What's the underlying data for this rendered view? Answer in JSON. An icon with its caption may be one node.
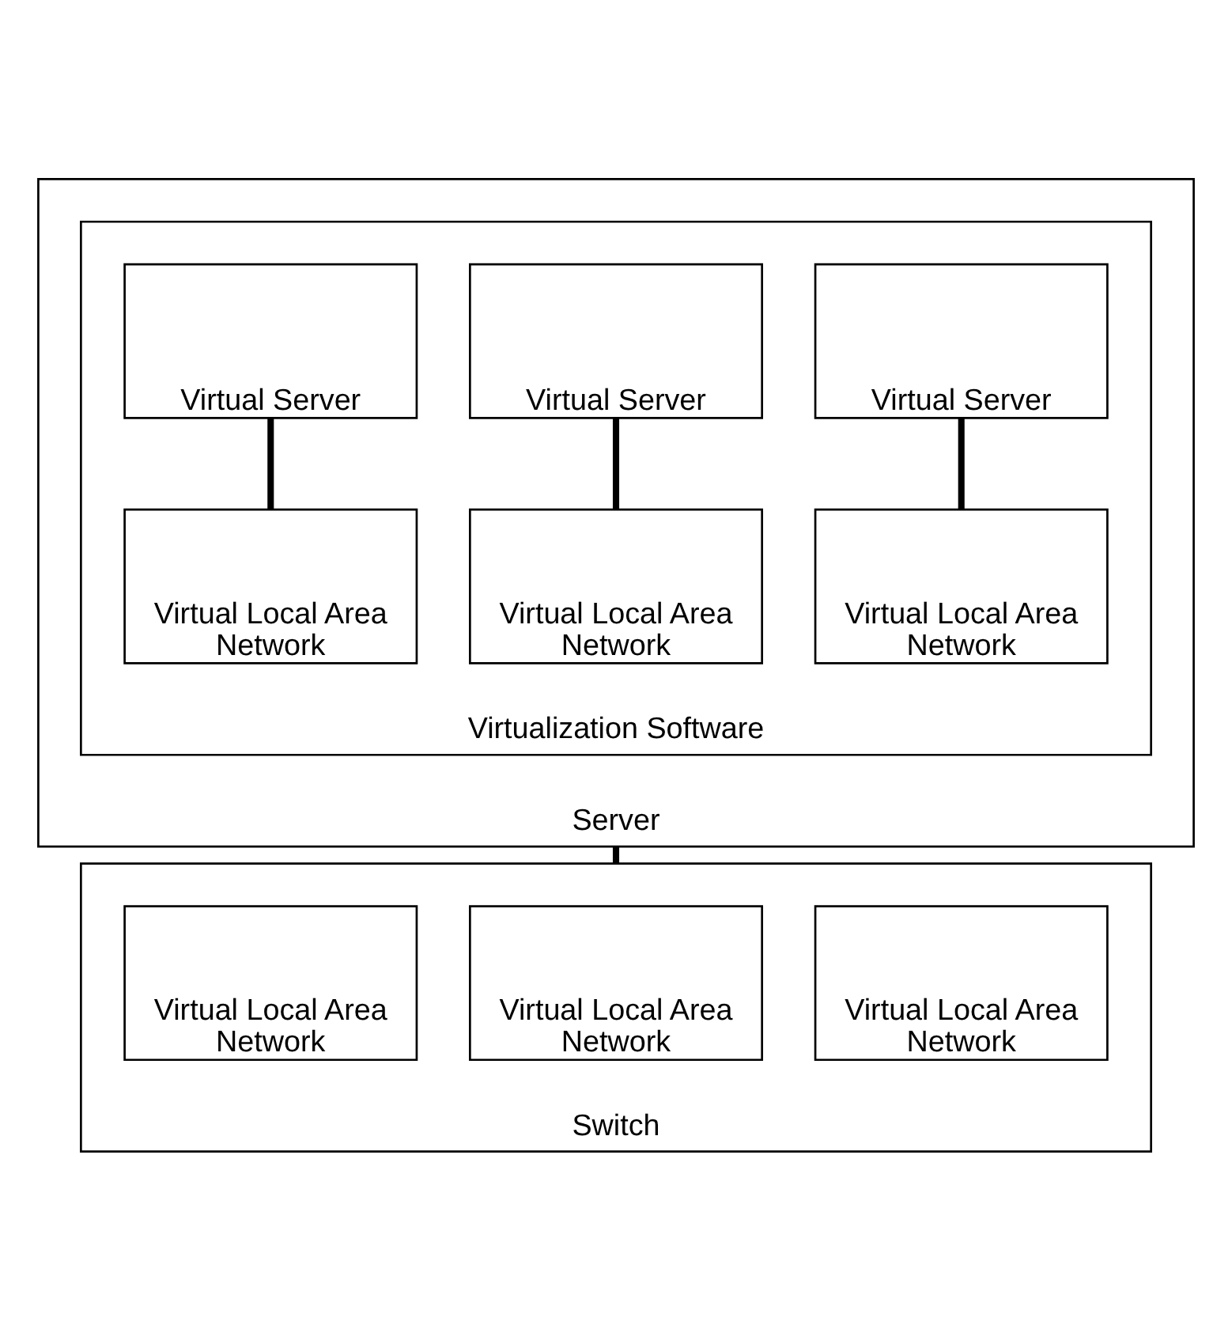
{
  "diagram": {
    "nodes": [
      {
        "text": [
          "Server"
        ]
      },
      {
        "text": [
          "Virtualization Software"
        ],
        "in": 0
      },
      {
        "text": [
          "Virtual Server"
        ],
        "in": 1
      },
      {
        "text": [
          "Virtual Server"
        ],
        "in": 1
      },
      {
        "text": [
          "Virtual Server"
        ],
        "in": 1
      },
      {
        "text": [
          "Virtual Local Area Network"
        ],
        "in": 1
      },
      {
        "text": [
          "Virtual Local Area Network"
        ],
        "in": 1
      },
      {
        "text": [
          "Virtual Local Area Network"
        ],
        "in": 1
      },
      {
        "text": [
          "Switch"
        ]
      },
      {
        "text": [
          "Virtual Local Area Network"
        ],
        "in": 8
      },
      {
        "text": [
          "Virtual Local Area Network"
        ],
        "in": 8
      },
      {
        "text": [
          "Virtual Local Area Network"
        ],
        "in": 8
      }
    ],
    "edges": [
      {
        "from": 2,
        "to": 5,
        "arrow": "none"
      },
      {
        "from": 3,
        "to": 6,
        "arrow": "none"
      },
      {
        "from": 4,
        "to": 7,
        "arrow": "none"
      },
      {
        "from": 0,
        "to": 8,
        "arrow": "none"
      }
    ]
  }
}
